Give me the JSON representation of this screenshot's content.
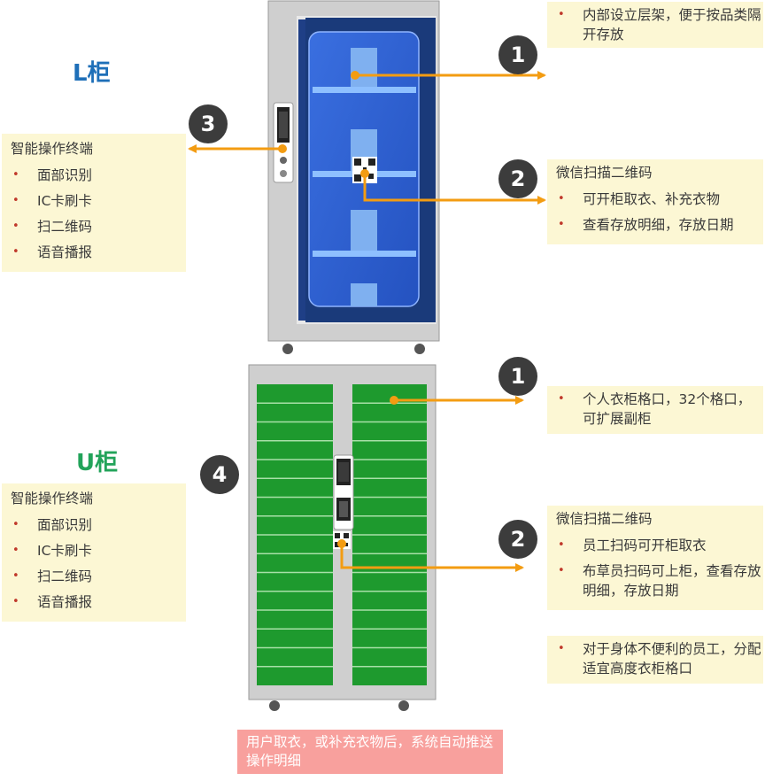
{
  "l_cabinet": {
    "title": "L柜",
    "note_shelves": [
      "内部设立层架，便于按品类隔开存放"
    ],
    "note_wechat": {
      "heading": "微信扫描二维码",
      "items": [
        "可开柜取衣、补充衣物",
        "查看存放明细，存放日期"
      ]
    },
    "note_terminal": {
      "heading": "智能操作终端",
      "items": [
        "面部识别",
        "IC卡刷卡",
        "扫二维码",
        "语音播报"
      ]
    },
    "badges": [
      "1",
      "2",
      "3"
    ]
  },
  "u_cabinet": {
    "title": "U柜",
    "note_compartments": [
      "个人衣柜格口，32个格口，可扩展副柜"
    ],
    "note_wechat": {
      "heading": "微信扫描二维码",
      "items": [
        "员工扫码可开柜取衣",
        "布草员扫码可上柜，查看存放明细，存放日期"
      ]
    },
    "note_accessible": [
      "对于身体不便利的员工，分配适宜高度衣柜格口"
    ],
    "note_terminal": {
      "heading": "智能操作终端",
      "items": [
        "面部识别",
        "IC卡刷卡",
        "扫二维码",
        "语音播报"
      ]
    },
    "badges": [
      "4",
      "1",
      "2"
    ]
  },
  "bottom_note": "用户取衣，或补充衣物后，系统自动推送操作明细",
  "colors": {
    "title_l": "#1e6fb8",
    "title_u": "#22a35a",
    "arrow": "#f39c12",
    "badge": "#3c3c3c",
    "note_bg": "#fcf7d4",
    "bullet": "#c0392b",
    "cabinet_frame": "#c8c8c8",
    "glass_blue": "#2d5fd0",
    "locker_green": "#1e9a2e",
    "bottom_note_bg": "#f8a09d"
  }
}
